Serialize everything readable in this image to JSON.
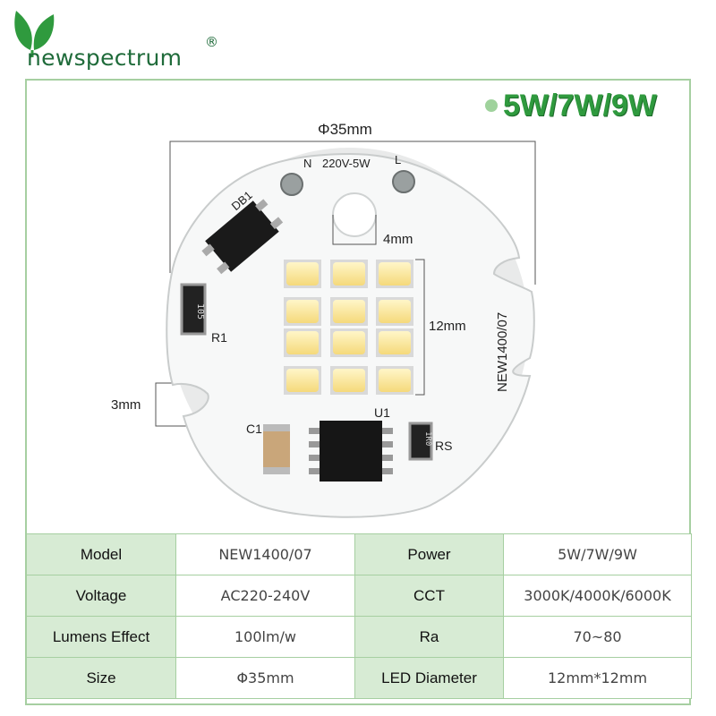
{
  "brand": {
    "name": "newspectrum",
    "registered": "®"
  },
  "badge": {
    "text": "5W/7W/9W"
  },
  "board": {
    "diameter_label": "Φ35mm",
    "hole_label": "4mm",
    "led_block_label": "12mm",
    "notch_label": "3mm",
    "silk": {
      "n": "N",
      "voltage": "220V-5W",
      "l": "L",
      "db1": "DB1",
      "r1": "R1",
      "r1_code": "105",
      "c1": "C1",
      "u1": "U1",
      "rs": "RS",
      "rs_code": "1R0",
      "model": "NEW1400/07"
    }
  },
  "specs": {
    "rows": [
      {
        "label1": "Model",
        "value1": "NEW1400/07",
        "label2": "Power",
        "value2": "5W/7W/9W"
      },
      {
        "label1": "Voltage",
        "value1": "AC220-240V",
        "label2": "CCT",
        "value2": "3000K/4000K/6000K"
      },
      {
        "label1": "Lumens Effect",
        "value1": "100lm/w",
        "label2": "Ra",
        "value2": "70~80"
      },
      {
        "label1": "Size",
        "value1": "Φ35mm",
        "label2": "LED Diameter",
        "value2": "12mm*12mm"
      }
    ]
  },
  "colors": {
    "brand_green": "#1f6b3a",
    "badge_green": "#2f9a3e",
    "frame_green": "#a6cfa1",
    "label_bg": "#d7ebd4"
  }
}
